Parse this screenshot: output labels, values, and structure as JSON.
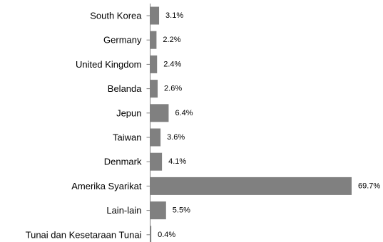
{
  "chart_data": {
    "type": "bar",
    "orientation": "horizontal",
    "categories": [
      "South Korea",
      "Germany",
      "United Kingdom",
      "Belanda",
      "Jepun",
      "Taiwan",
      "Denmark",
      "Amerika Syarikat",
      "Lain-lain",
      "Tunai dan Kesetaraan Tunai"
    ],
    "values": [
      3.1,
      2.2,
      2.4,
      2.6,
      6.4,
      3.6,
      4.1,
      69.7,
      5.5,
      0.4
    ],
    "value_labels": [
      "3.1%",
      "2.2%",
      "2.4%",
      "2.6%",
      "6.4%",
      "3.6%",
      "4.1%",
      "69.7%",
      "5.5%",
      "0.4%"
    ],
    "title": "",
    "xlabel": "",
    "ylabel": "",
    "xlim": [
      0,
      69.7
    ],
    "grid": false,
    "legend": "none",
    "bar_color": "#808080",
    "axis_color": "#808080"
  }
}
